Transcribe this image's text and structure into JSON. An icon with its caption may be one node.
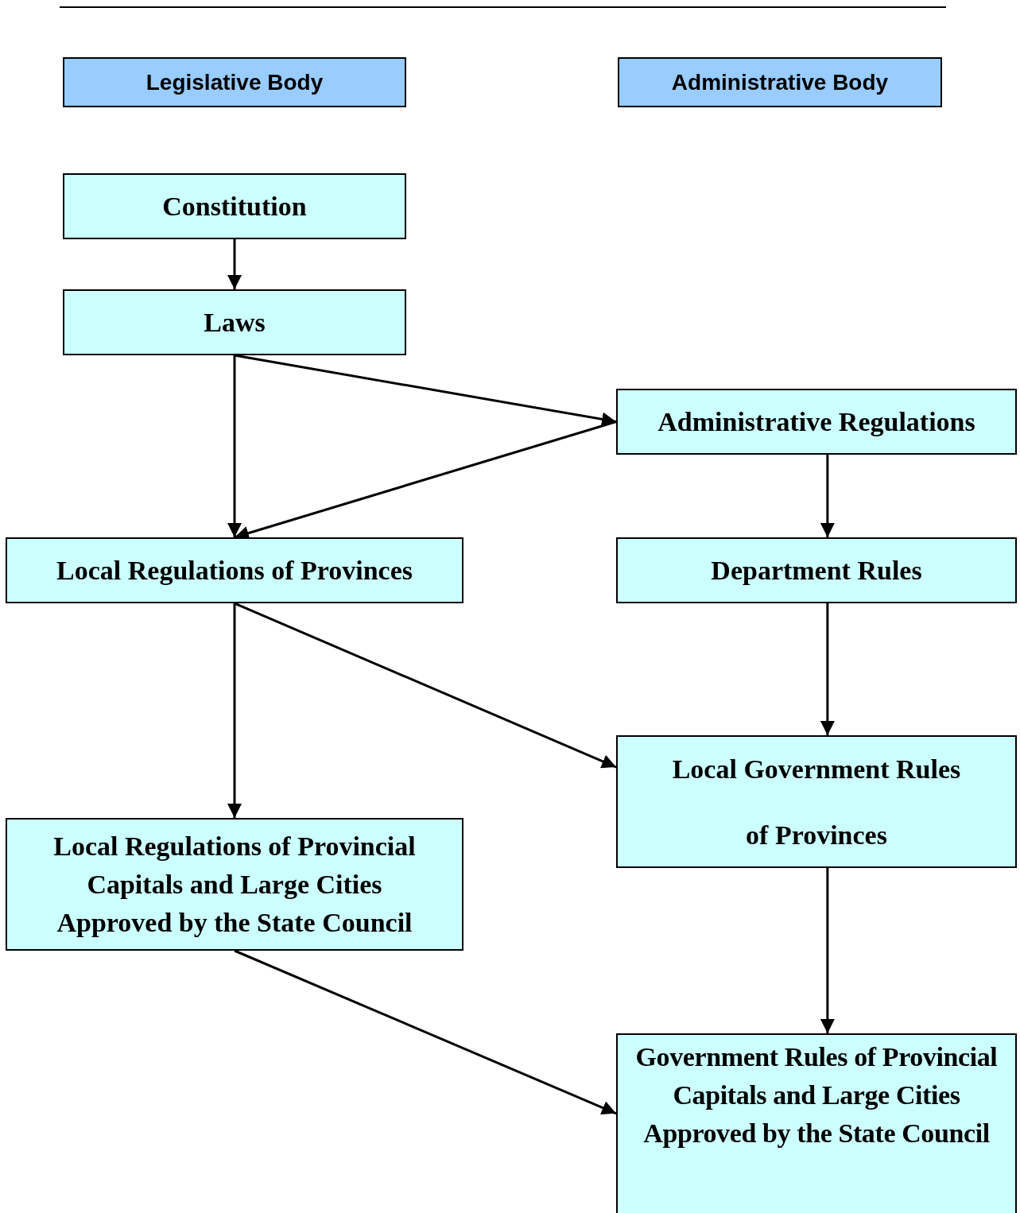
{
  "diagram": {
    "nodes": [
      {
        "text": [
          "Legislative Body"
        ]
      },
      {
        "text": [
          "Administrative Body"
        ]
      },
      {
        "text": [
          "Constitution"
        ]
      },
      {
        "text": [
          "Laws"
        ]
      },
      {
        "text": [
          "Administrative Regulations"
        ]
      },
      {
        "text": [
          "Local Regulations of Provinces"
        ]
      },
      {
        "text": [
          "Department Rules"
        ]
      },
      {
        "text": [
          "Local Government Rules of Provinces"
        ]
      },
      {
        "text": [
          "Local Regulations of Provincial Capitals and Large Cities Approved by the State Council"
        ]
      },
      {
        "text": [
          "Government Rules of Provincial Capitals and Large Cities Approved by the State Council"
        ]
      }
    ],
    "edges": [
      {
        "from": 2,
        "to": 3,
        "arrow": "to"
      },
      {
        "from": 3,
        "to": 4,
        "arrow": "to"
      },
      {
        "from": 4,
        "to": 5,
        "arrow": "to"
      },
      {
        "from": 3,
        "to": 5,
        "arrow": "to"
      },
      {
        "from": 4,
        "to": 6,
        "arrow": "to"
      },
      {
        "from": 5,
        "to": 7,
        "arrow": "to"
      },
      {
        "from": 5,
        "to": 8,
        "arrow": "to"
      },
      {
        "from": 6,
        "to": 7,
        "arrow": "to"
      },
      {
        "from": 7,
        "to": 9,
        "arrow": "to"
      },
      {
        "from": 8,
        "to": 9,
        "arrow": "to"
      }
    ]
  }
}
